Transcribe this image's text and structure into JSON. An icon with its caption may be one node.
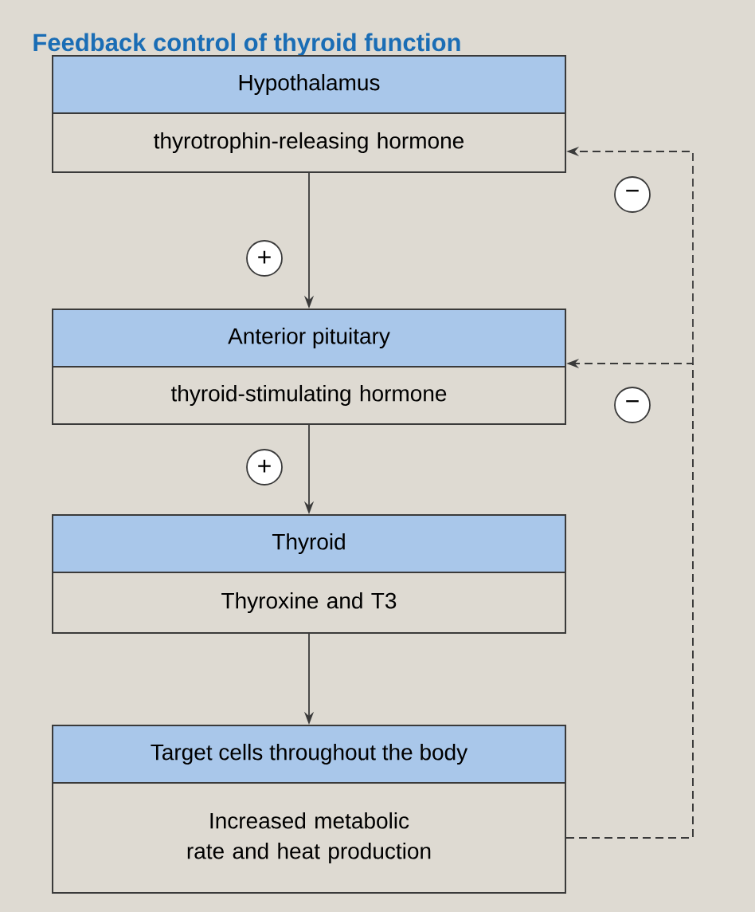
{
  "diagram": {
    "title": "Feedback control of thyroid function",
    "nodes": [
      {
        "text": [
          "Hypothalamus",
          "thyrotrophin-releasing hormone"
        ]
      },
      {
        "text": [
          "Anterior pituitary",
          "thyroid-stimulating hormone"
        ]
      },
      {
        "text": [
          "Thyroid",
          "Thyroxine and T3"
        ]
      },
      {
        "text": [
          "Target cells throughout the body",
          "Increased metabolic rate and heat production"
        ]
      }
    ],
    "edges": [
      {
        "from": 0,
        "to": 1,
        "arrow": "to",
        "label": "+"
      },
      {
        "from": 1,
        "to": 2,
        "arrow": "to",
        "label": "+"
      },
      {
        "from": 2,
        "to": 3,
        "arrow": "to"
      },
      {
        "from": 3,
        "to": 0,
        "arrow": "to",
        "label": "−",
        "style": "dashed"
      },
      {
        "from": 3,
        "to": 1,
        "arrow": "to",
        "label": "−",
        "style": "dashed"
      }
    ]
  }
}
